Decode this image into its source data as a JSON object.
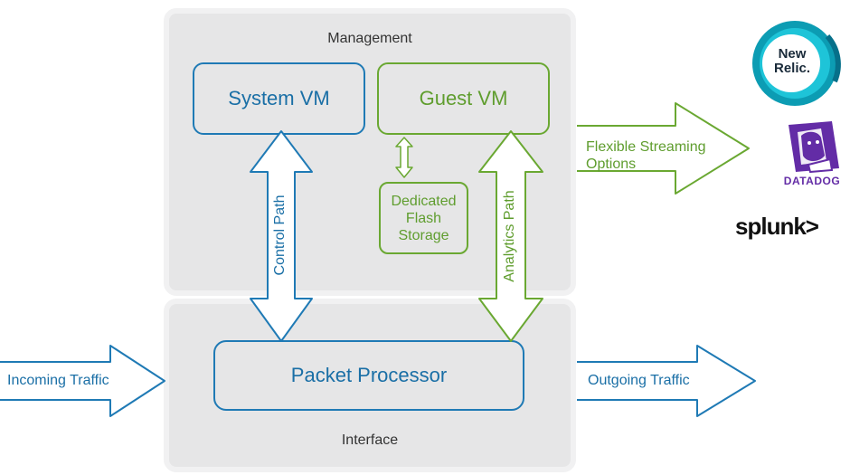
{
  "panels": {
    "management": "Management",
    "interface": "Interface"
  },
  "boxes": {
    "system_vm": "System VM",
    "guest_vm": "Guest VM",
    "flash_storage": "Dedicated\nFlash\nStorage",
    "packet_processor": "Packet Processor"
  },
  "paths": {
    "control": "Control Path",
    "analytics": "Analytics Path"
  },
  "flows": {
    "incoming": "Incoming Traffic",
    "outgoing": "Outgoing Traffic",
    "streaming": "Flexible Streaming\nOptions"
  },
  "logos": {
    "newrelic": "New\nRelic.",
    "datadog": "DATADOG",
    "splunk": "splunk>"
  },
  "colors": {
    "blue": "#1f7ab5",
    "green": "#6aa832",
    "panel": "#e6e6e7",
    "text": "#333333"
  }
}
